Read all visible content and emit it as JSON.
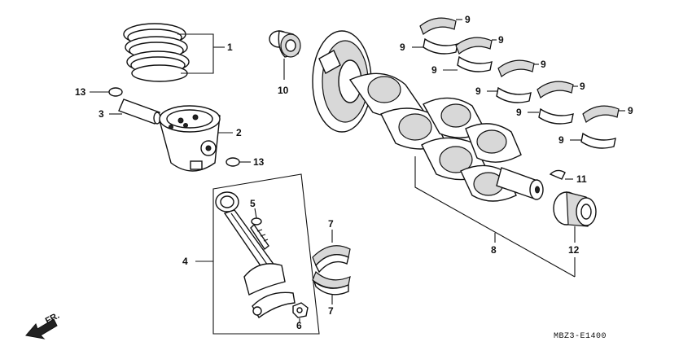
{
  "callouts": {
    "c1": "1",
    "c2": "2",
    "c3": "3",
    "c4": "4",
    "c5": "5",
    "c6": "6",
    "c7a": "7",
    "c7b": "7",
    "c8": "8",
    "c9": "9",
    "c10": "10",
    "c11": "11",
    "c12": "12",
    "c13a": "13",
    "c13b": "13"
  },
  "direction_label": "FR.",
  "diagram_code": "MBZ3-E1400"
}
